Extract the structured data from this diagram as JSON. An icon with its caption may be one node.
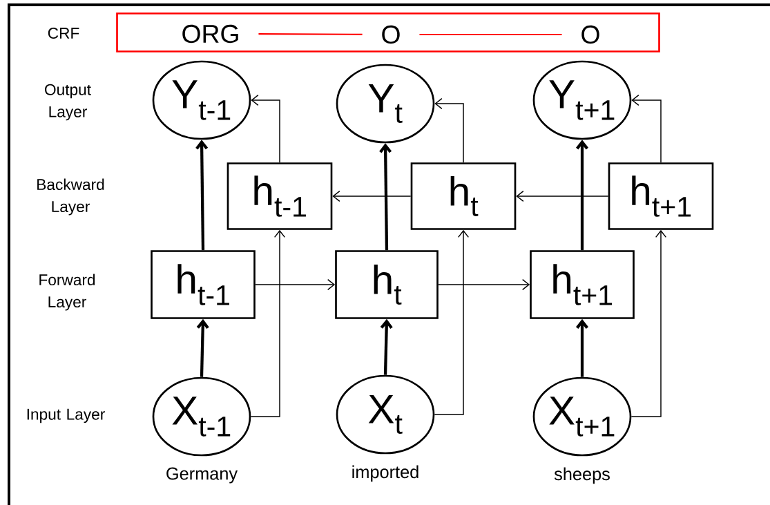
{
  "diagram": {
    "nodes": [
      {
        "text": [],
        "shape": "box"
      },
      {
        "text": [
          "ORG"
        ],
        "in": 0
      },
      {
        "text": [
          "O"
        ],
        "in": 0
      },
      {
        "text": [
          "O"
        ],
        "in": 0
      },
      {
        "text": [
          "Y$_{t-1}$"
        ]
      },
      {
        "text": [
          "Y$_{t}$"
        ]
      },
      {
        "text": [
          "Y$_{t+1}$"
        ]
      },
      {
        "text": [
          "h$_{t-1}$"
        ]
      },
      {
        "text": [
          "h$_{t}$"
        ]
      },
      {
        "text": [
          "h$_{t+1}$"
        ]
      },
      {
        "text": [
          "h$_{t-1}$"
        ]
      },
      {
        "text": [
          "h$_{t}$"
        ]
      },
      {
        "text": [
          "h$_{t+1}$"
        ]
      },
      {
        "text": [
          "X$_{t-1}$"
        ],
        "beside": [
          "Germany"
        ]
      },
      {
        "text": [
          "X$_{t}$"
        ],
        "beside": [
          "imported"
        ]
      },
      {
        "text": [
          "X$_{t+1}$"
        ],
        "beside": [
          "sheeps"
        ]
      }
    ],
    "edges": [
      {
        "from": 1,
        "to": 2,
        "arrow": "none",
        "color": "#ff0000"
      },
      {
        "from": 2,
        "to": 3,
        "arrow": "none",
        "color": "#ff0000"
      },
      {
        "from": 10,
        "to": 4,
        "arrow": "to",
        "style": "thick"
      },
      {
        "from": 11,
        "to": 5,
        "arrow": "to",
        "style": "thick"
      },
      {
        "from": 12,
        "to": 6,
        "arrow": "to",
        "style": "thick"
      },
      {
        "from": 7,
        "to": 4,
        "arrow": "to"
      },
      {
        "from": 8,
        "to": 5,
        "arrow": "to"
      },
      {
        "from": 9,
        "to": 6,
        "arrow": "to"
      },
      {
        "from": 9,
        "to": 8,
        "arrow": "to"
      },
      {
        "from": 8,
        "to": 7,
        "arrow": "to"
      },
      {
        "from": 10,
        "to": 11,
        "arrow": "to"
      },
      {
        "from": 11,
        "to": 12,
        "arrow": "to"
      },
      {
        "from": 13,
        "to": 10,
        "arrow": "to",
        "style": "thick"
      },
      {
        "from": 14,
        "to": 11,
        "arrow": "to",
        "style": "thick"
      },
      {
        "from": 15,
        "to": 12,
        "arrow": "to",
        "style": "thick"
      },
      {
        "from": 13,
        "to": 7,
        "arrow": "to"
      },
      {
        "from": 14,
        "to": 8,
        "arrow": "to"
      },
      {
        "from": 15,
        "to": 9,
        "arrow": "to"
      }
    ],
    "labels": [
      "CRF",
      "Output Layer",
      "Backward Layer",
      "Forward Layer",
      "Input Layer"
    ]
  }
}
